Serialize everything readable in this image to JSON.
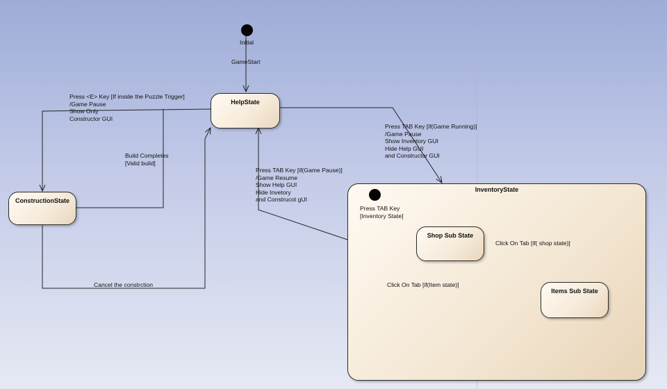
{
  "states": {
    "help": "HelpState",
    "construction": "ConstructionState",
    "inventory": "InventoryState",
    "shop": "Shop Sub State",
    "items": "Items Sub State"
  },
  "initial_label": "Initial",
  "transitions": {
    "game_start": "GameStart",
    "press_e": [
      "Press <E> Key [If inside the Puzzle Trigger]",
      "/Game Pause",
      "Show Only",
      "Constructor GUI"
    ],
    "build_completes": [
      "Build Completes",
      "[Valid build]"
    ],
    "cancel": "Cancel the constrction",
    "tab_running": [
      "Press TAB Key [if(Game Running)]",
      "/Game Pause",
      "Show Inventory GUI",
      "Hide Help GUI",
      "and Constructor GUI"
    ],
    "tab_pause": [
      "Press TAB Key [if(Game Pause)]",
      "/Game Resume",
      "Show Help GUI",
      "Hide Invetory",
      "and Construcot gUI"
    ],
    "tab_inventory": [
      "Press TAB Key",
      "[Inventory State]"
    ],
    "tab_shop": "Click On Tab [if( shop state)]",
    "tab_item": "Click On Tab [if(Item state)]"
  }
}
